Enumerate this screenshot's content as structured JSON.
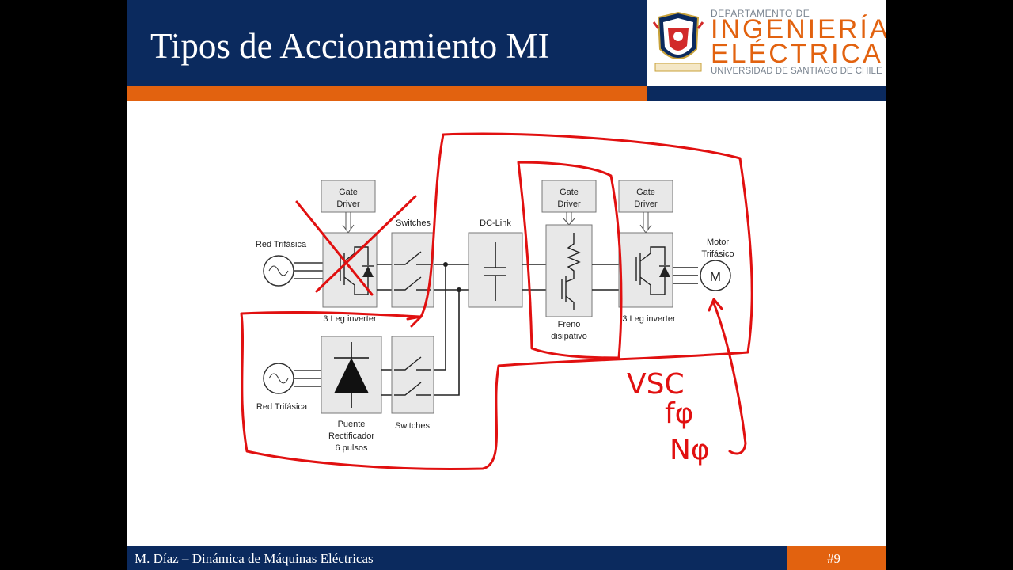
{
  "header": {
    "title": "Tipos de Accionamiento MI",
    "dept_small": "DEPARTAMENTO DE",
    "dept_big_line1": "INGENIERÍA",
    "dept_big_line2": "ELÉCTRICA",
    "university": "UNIVERSIDAD DE SANTIAGO DE CHILE"
  },
  "footer": {
    "author_course": "M. Díaz – Dinámica de Máquinas Eléctricas",
    "slide_number": "#9"
  },
  "diagram": {
    "gate_driver_1": [
      "Gate",
      "Driver"
    ],
    "gate_driver_2": [
      "Gate",
      "Driver"
    ],
    "gate_driver_3": [
      "Gate",
      "Driver"
    ],
    "grid_top": "Red Trifásica",
    "grid_bottom": "Red Trifásica",
    "switches_top": "Switches",
    "switches_bottom": "Switches",
    "dc_link": "DC-Link",
    "motor_label": [
      "Motor",
      "Trifásico"
    ],
    "motor_symbol": "M",
    "inverter_left": "3 Leg inverter",
    "inverter_right": "3 Leg inverter",
    "brake": [
      "Freno",
      "disipativo"
    ],
    "rectifier": [
      "Puente",
      "Rectificador",
      "6 pulsos"
    ]
  },
  "annotations": {
    "color": "#e11010",
    "notes": [
      "VSC",
      "fφ",
      "Nφ"
    ]
  },
  "colors": {
    "navy": "#0b2a5e",
    "orange": "#e2620f",
    "block_fill": "#e8e8e8"
  }
}
